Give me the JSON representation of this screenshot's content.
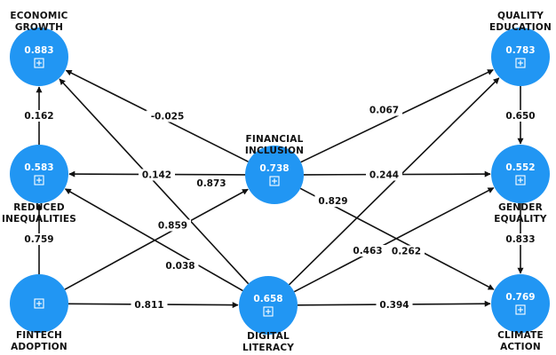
{
  "diagram": {
    "nodes": [
      {
        "id": "economic_growth",
        "label_lines": [
          "ECONOMIC",
          "GROWTH"
        ],
        "value": "0.883"
      },
      {
        "id": "reduced_inequalities",
        "label_lines": [
          "REDUCED",
          "INEQUALITIES"
        ],
        "value": "0.583"
      },
      {
        "id": "fintech_adoption",
        "label_lines": [
          "FINTECH",
          "ADOPTION"
        ],
        "value": ""
      },
      {
        "id": "financial_inclusion",
        "label_lines": [
          "FINANCIAL",
          "INCLUSION"
        ],
        "value": "0.738"
      },
      {
        "id": "digital_literacy",
        "label_lines": [
          "DIGITAL",
          "LITERACY"
        ],
        "value": "0.658"
      },
      {
        "id": "quality_education",
        "label_lines": [
          "QUALITY",
          "EDUCATION"
        ],
        "value": "0.783"
      },
      {
        "id": "gender_equality",
        "label_lines": [
          "GENDER",
          "EQUALITY"
        ],
        "value": "0.552"
      },
      {
        "id": "climate_action",
        "label_lines": [
          "CLIMATE",
          "ACTION"
        ],
        "value": "0.769"
      }
    ],
    "edges": [
      {
        "from": "reduced_inequalities",
        "to": "economic_growth",
        "label": "0.162"
      },
      {
        "from": "fintech_adoption",
        "to": "reduced_inequalities",
        "label": "0.759"
      },
      {
        "from": "fintech_adoption",
        "to": "financial_inclusion",
        "label": "0.859"
      },
      {
        "from": "fintech_adoption",
        "to": "digital_literacy",
        "label": "0.811"
      },
      {
        "from": "financial_inclusion",
        "to": "economic_growth",
        "label": "-0.025"
      },
      {
        "from": "financial_inclusion",
        "to": "reduced_inequalities",
        "label": "0.142"
      },
      {
        "from": "financial_inclusion",
        "to": "quality_education",
        "label": "0.067"
      },
      {
        "from": "financial_inclusion",
        "to": "gender_equality",
        "label": "0.244"
      },
      {
        "from": "financial_inclusion",
        "to": "climate_action",
        "label": "0.262"
      },
      {
        "from": "digital_literacy",
        "to": "economic_growth",
        "label": "0.873"
      },
      {
        "from": "digital_literacy",
        "to": "reduced_inequalities",
        "label": "0.038"
      },
      {
        "from": "digital_literacy",
        "to": "quality_education",
        "label": "0.829"
      },
      {
        "from": "digital_literacy",
        "to": "gender_equality",
        "label": "0.463"
      },
      {
        "from": "digital_literacy",
        "to": "climate_action",
        "label": "0.394"
      },
      {
        "from": "quality_education",
        "to": "gender_equality",
        "label": "0.650"
      },
      {
        "from": "gender_equality",
        "to": "climate_action",
        "label": "0.833"
      }
    ]
  },
  "colors": {
    "node": "#2196f3",
    "edge": "#111111",
    "node_text": "#ffffff",
    "label_text": "#111111"
  },
  "icons": {
    "node_expand": "plus-box-icon"
  }
}
